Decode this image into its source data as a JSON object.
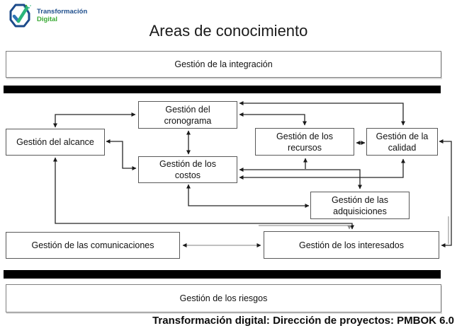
{
  "logo": {
    "icon": "hexagon-check-icon",
    "line1": "Transformación",
    "line2": "Digital"
  },
  "title": "Areas de conocimiento",
  "nodes": {
    "integracion": "Gestión de la integración",
    "alcance": "Gestión del alcance",
    "cronograma": "Gestión del cronograma",
    "costos": "Gestión de los costos",
    "recursos": "Gestión de los recursos",
    "calidad": "Gestión de la calidad",
    "adquisiciones": "Gestión de las adquisiciones",
    "comunicaciones": "Gestión de las comunicaciones",
    "interesados": "Gestión de los interesados",
    "riesgos": "Gestión de los riesgos"
  },
  "footer": "Transformación digital: Dirección de proyectos: PMBOK 6.0",
  "colors": {
    "separator_bar": "#000000",
    "connector_dark": "#262626",
    "connector_grey": "#9a9a9a",
    "box_border": "#595959",
    "logo_blue": "#1e4e8c",
    "logo_green": "#3aaa35"
  }
}
